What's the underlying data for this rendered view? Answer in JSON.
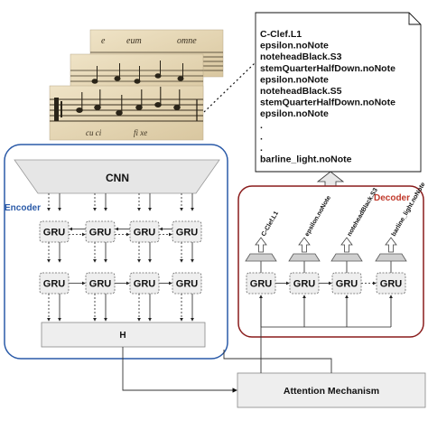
{
  "output_sequence": [
    "C-Clef.L1",
    "epsilon.noNote",
    "noteheadBlack.S3",
    "stemQuarterHalfDown.noNote",
    "epsilon.noNote",
    "noteheadBlack.S5",
    "stemQuarterHalfDown.noNote",
    "epsilon.noNote",
    ".",
    ".",
    ".",
    "barline_light.noNote"
  ],
  "encoder": {
    "label": "Encoder",
    "cnn_label": "CNN",
    "gru_label": "GRU",
    "h_label": "H"
  },
  "decoder": {
    "label": "Decoder",
    "gru_label": "GRU",
    "token_labels": [
      "C-Clef.L1",
      "epsilon.noNote",
      "noteheadBlack.S3",
      "barline_light.noNote"
    ]
  },
  "attention": {
    "label": "Attention Mechanism"
  },
  "colors": {
    "encoder_border": "#2a5aa8",
    "decoder_border": "#8a1c1c",
    "decoder_label": "#c0392b",
    "encoder_label": "#2a5aa8",
    "cnn_fill": "#e6e6e6",
    "box_fill": "#eeeeee",
    "staff_paper": "#e9dcc0"
  }
}
